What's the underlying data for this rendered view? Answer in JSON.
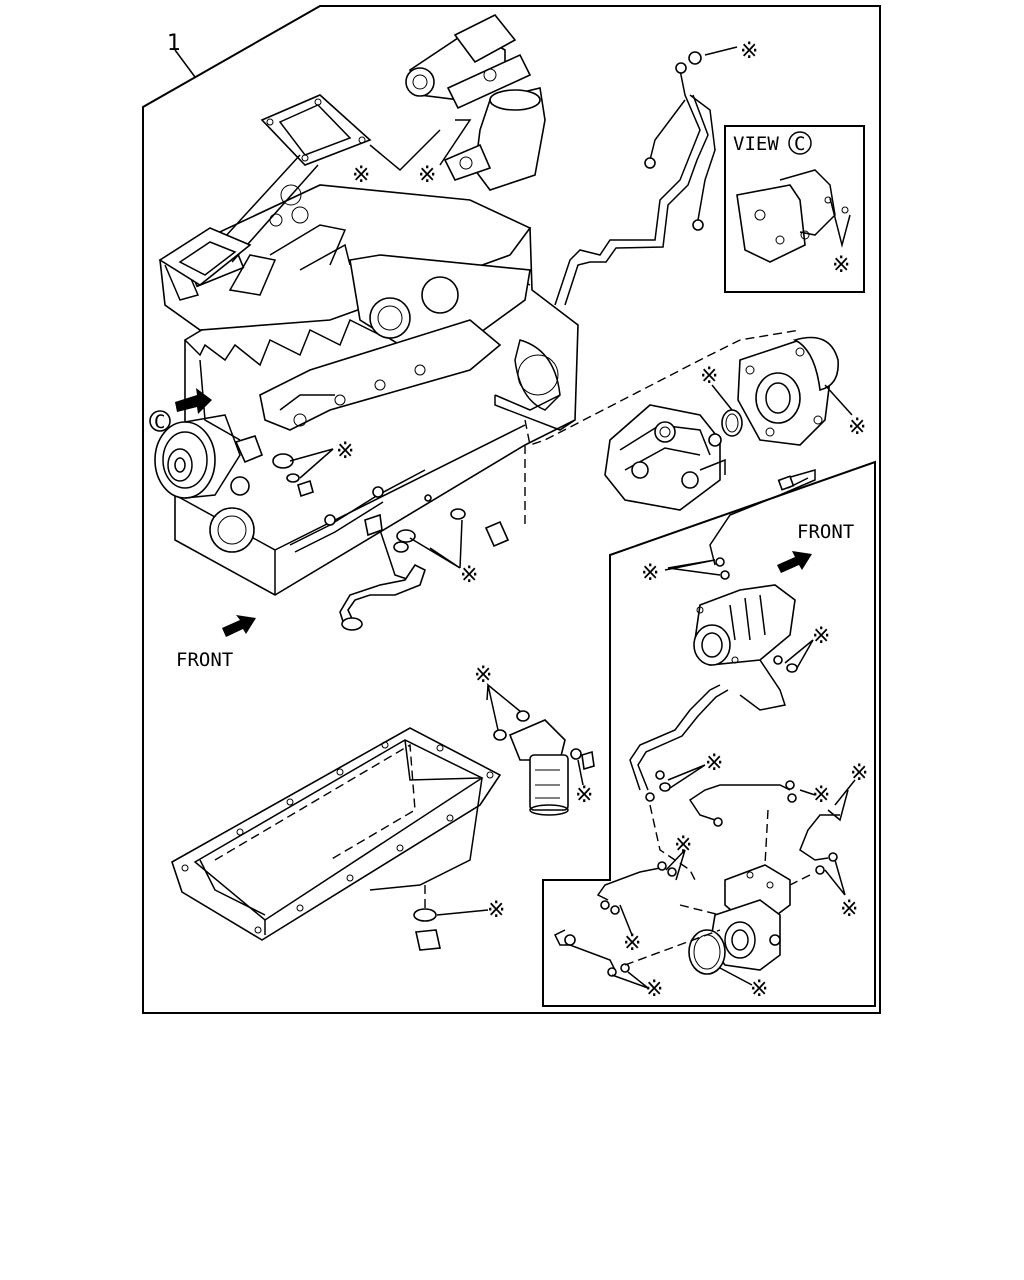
{
  "callout": {
    "item_number": "1"
  },
  "labels": {
    "front_left": "FRONT",
    "front_right": "FRONT",
    "view_label": "VIEW",
    "view_letter": "C",
    "view_marker": "C",
    "asterisk": "※"
  },
  "colors": {
    "line": "#000000",
    "background": "#ffffff"
  }
}
